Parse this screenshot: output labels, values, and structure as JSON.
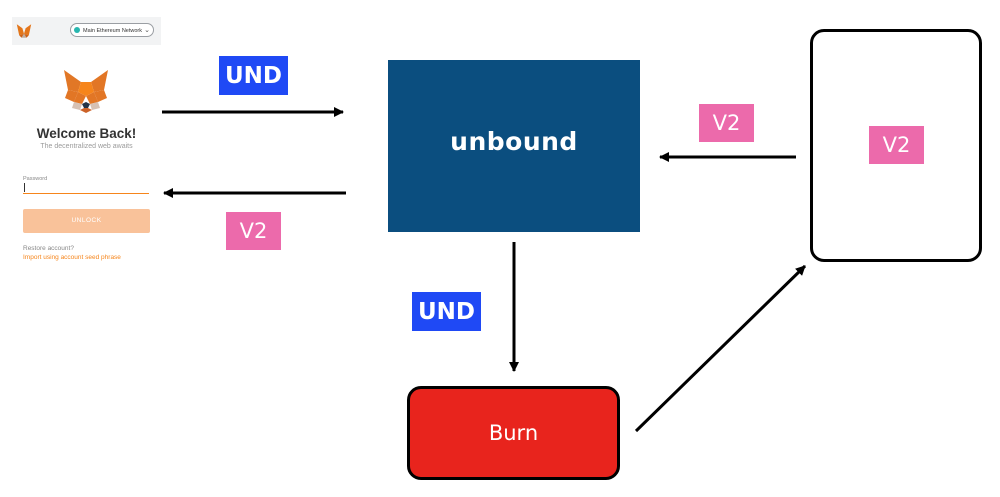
{
  "metamask": {
    "network": "Main Ethereum Network",
    "title": "Welcome Back!",
    "tagline": "The decentralized web awaits",
    "password_label": "Password",
    "unlock_label": "UNLOCK",
    "restore_text": "Restore account?",
    "import_link": "Import using account seed phrase"
  },
  "diagram": {
    "unbound_label": "unbound",
    "burn_label": "Burn",
    "token_und": "UND",
    "token_v2": "V2"
  },
  "colors": {
    "und_badge": "#1f49f5",
    "v2_badge": "#ec6aab",
    "unbound_box": "#0b4e7f",
    "burn_box": "#e8241d",
    "metamask_orange": "#f6851b"
  }
}
